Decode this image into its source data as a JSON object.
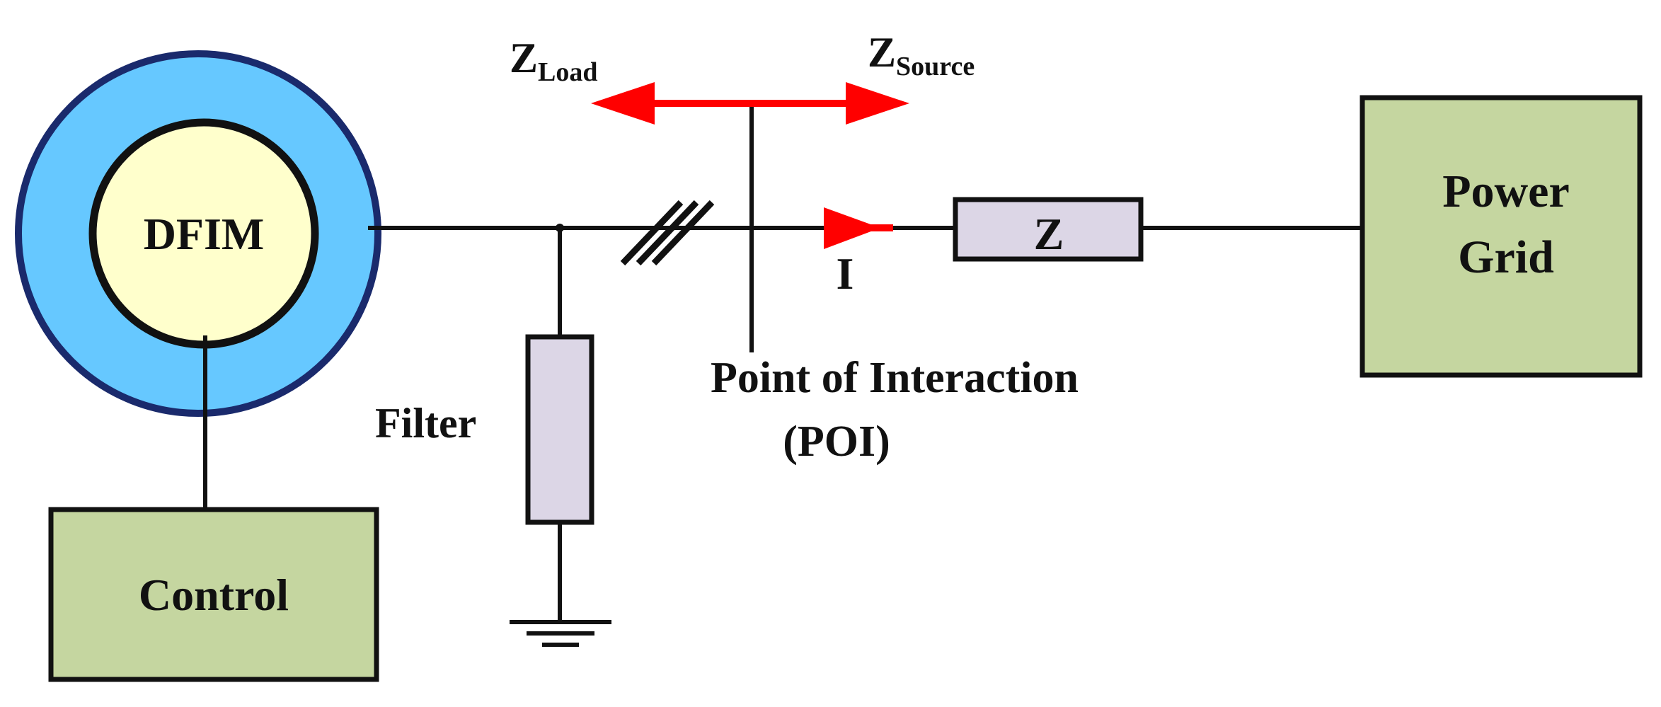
{
  "labels": {
    "machine": "DFIM",
    "control": "Control",
    "grid_line1": "Power",
    "grid_line2": "Grid",
    "filter": "Filter",
    "impedance": "Z",
    "current": "I",
    "poi_line1": "Point of Interaction",
    "poi_line2": "(POI)",
    "z_load_main": "Z",
    "z_load_sub": "Load",
    "z_source_main": "Z",
    "z_source_sub": "Source"
  },
  "colors": {
    "outer_ring": "#1a2a6c",
    "stator": "#66c8ff",
    "rotor": "#ffffcc",
    "box_green": "#c5d6a0",
    "component_fill": "#dcd6e6",
    "arrow_red": "#ff0000",
    "line": "#111111"
  },
  "icons": [
    "ground-icon",
    "three-phase-marker-icon",
    "current-arrow-icon",
    "bidirectional-arrow-icon"
  ]
}
